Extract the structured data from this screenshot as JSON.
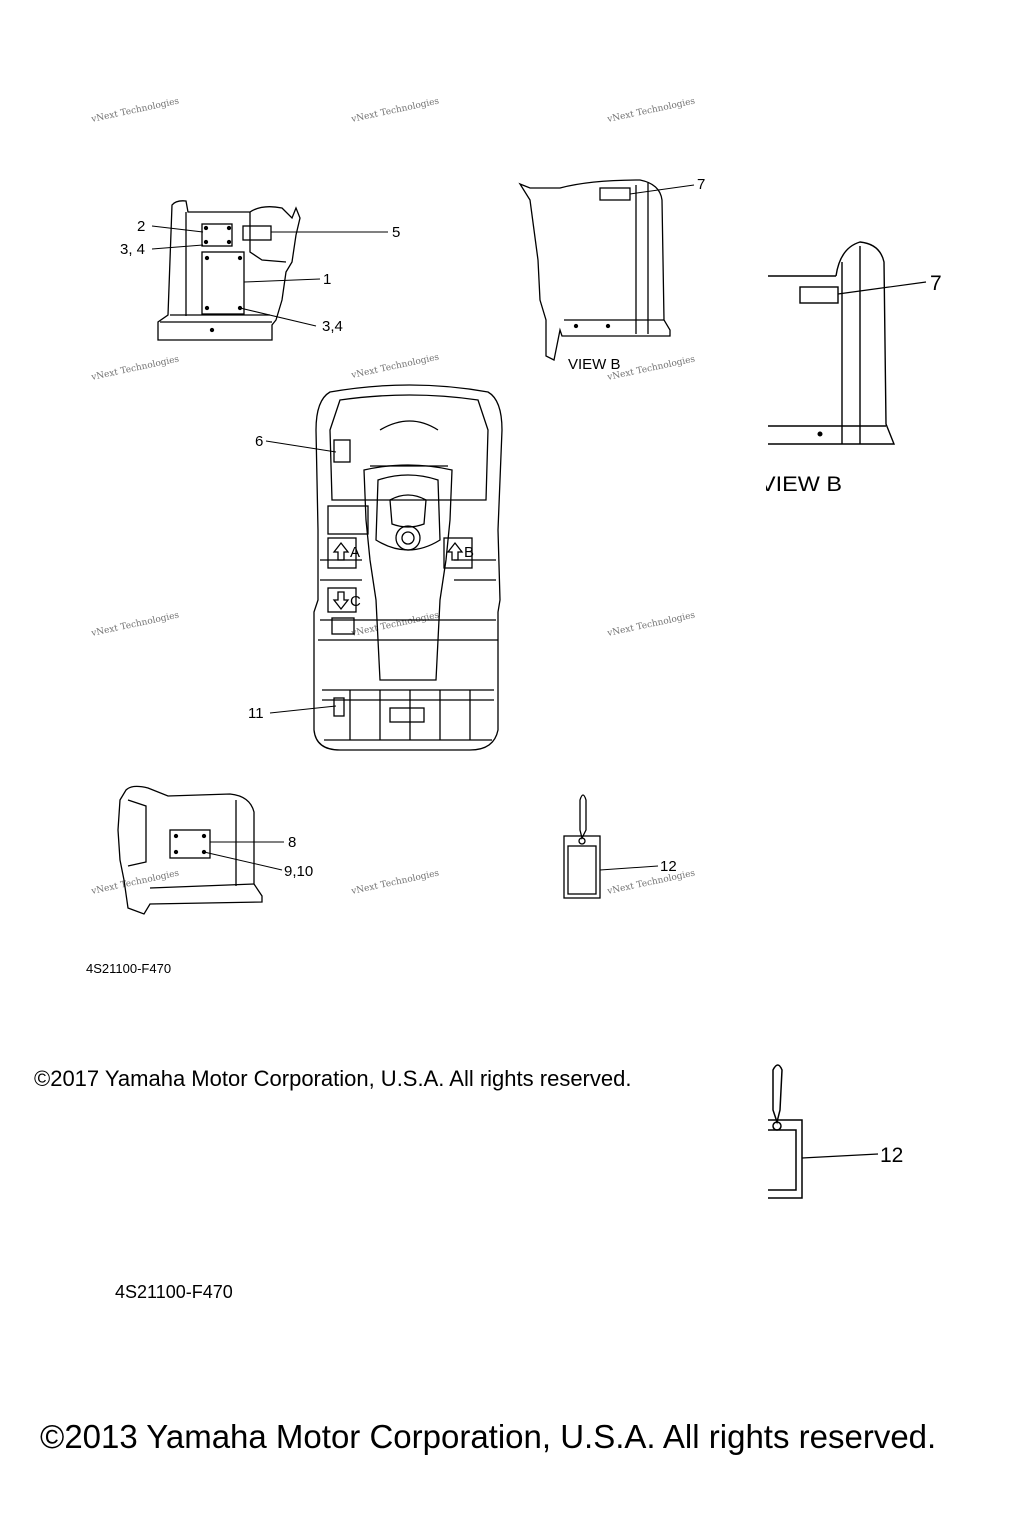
{
  "callouts": {
    "c1": "1",
    "c2": "2",
    "c34_top": "3, 4",
    "c34_bottom": "3,4",
    "c5": "5",
    "c6": "6",
    "c7_small": "7",
    "c7_large": "7",
    "c8": "8",
    "c910": "9,10",
    "c11": "11",
    "c12_small": "12",
    "c12_large": "12"
  },
  "views": {
    "view_b_small": "VIEW B",
    "view_b_large": "VIEW B",
    "arrow_a": "A",
    "arrow_b": "B",
    "arrow_c": "C"
  },
  "watermark": {
    "text": "vNext Technologies"
  },
  "part_codes": {
    "small": "4S21100-F470",
    "large": "4S21100-F470"
  },
  "copyrights": {
    "c2017": "©2017 Yamaha Motor Corporation, U.S.A. All rights reserved.",
    "c2013": "©2013 Yamaha Motor Corporation, U.S.A. All rights reserved."
  }
}
